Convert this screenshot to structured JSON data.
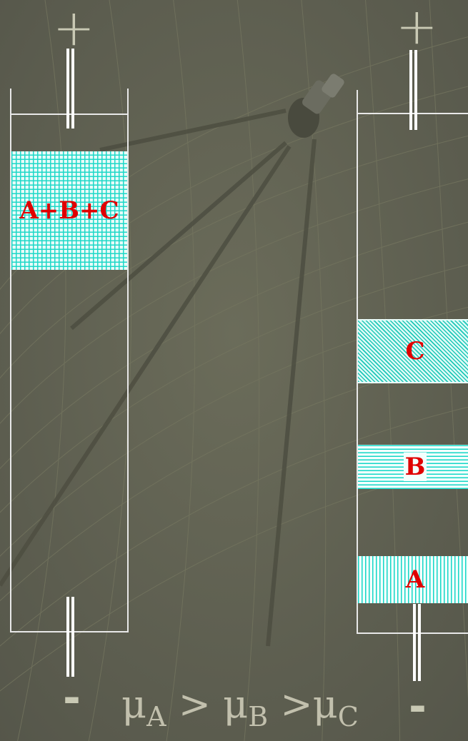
{
  "left_column": {
    "band_label": "A+B+C",
    "top_sign": "+",
    "bottom_sign": "-"
  },
  "right_column": {
    "bands": [
      {
        "label": "C",
        "pattern": "diagonal"
      },
      {
        "label": "B",
        "pattern": "horizontal-stripes"
      },
      {
        "label": "A",
        "pattern": "vertical-stripes"
      }
    ],
    "top_sign": "+",
    "bottom_sign": "-"
  },
  "formula": {
    "mu": "μ",
    "sub_a": "A",
    "gt1": " > ",
    "sub_b": "B",
    "gt2": " >",
    "sub_c": "C"
  },
  "colors": {
    "background": "#5f604f",
    "band_fill": "#1ed8c8",
    "label": "#e00000"
  },
  "icons": [
    "satellite-dish-icon"
  ]
}
